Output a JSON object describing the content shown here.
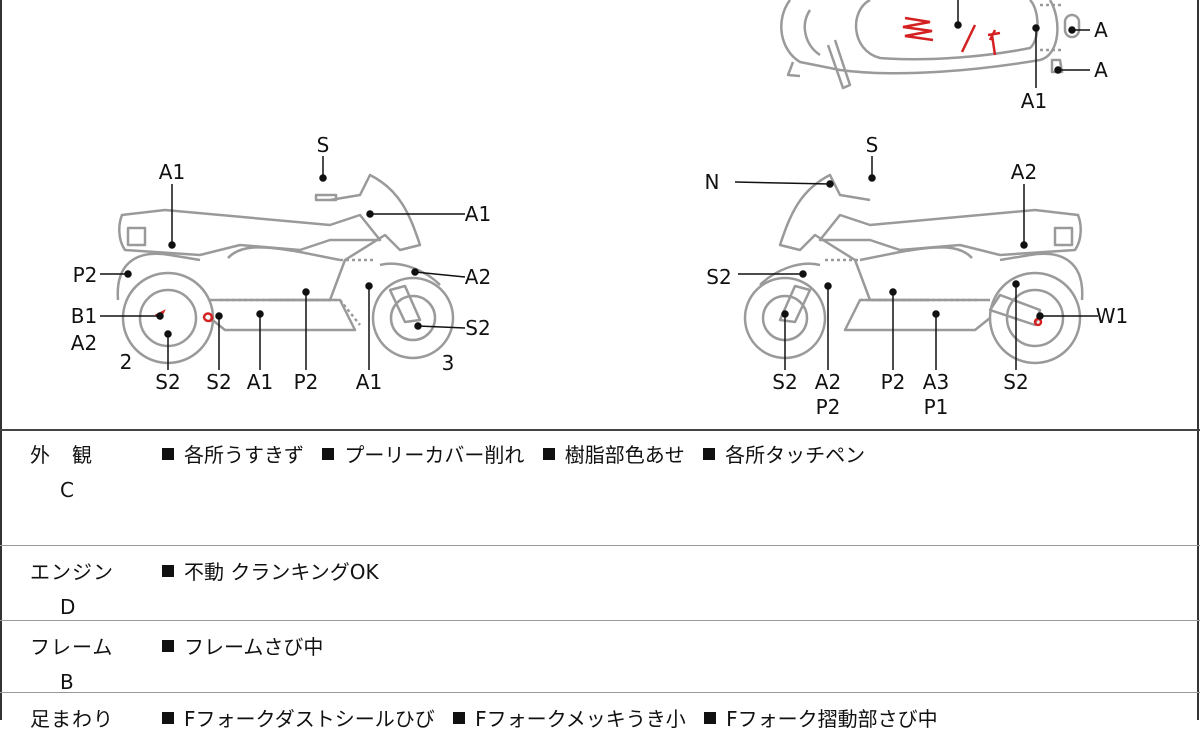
{
  "diagram_top": {
    "labels": [
      "A",
      "A",
      "A1"
    ]
  },
  "diagram_left": {
    "labels": [
      "S",
      "A1",
      "A1",
      "P2",
      "A2",
      "B1",
      "A2",
      "S2",
      "2",
      "S2",
      "S2",
      "A1",
      "P2",
      "A1",
      "3"
    ]
  },
  "diagram_right": {
    "labels": [
      "S",
      "N",
      "A2",
      "S2",
      "W1",
      "S2",
      "A2",
      "P2",
      "P2",
      "A3",
      "P1",
      "S2"
    ]
  },
  "conditions": [
    {
      "category": "外　観",
      "grade": "C",
      "notes": [
        "各所うすきず",
        "プーリーカバー削れ",
        "樹脂部色あせ",
        "各所タッチペン"
      ]
    },
    {
      "category": "エンジン",
      "grade": "D",
      "notes": [
        "不動 クランキングOK"
      ]
    },
    {
      "category": "フレーム",
      "grade": "B",
      "notes": [
        "フレームさび中"
      ]
    },
    {
      "category": "足まわり",
      "grade": "",
      "notes": [
        "Fフォークダストシールひび",
        "Fフォークメッキうき小",
        "Fフォーク摺動部さび中"
      ]
    }
  ],
  "colors": {
    "marker": "#d42020",
    "outline": "#9a9a9a"
  }
}
